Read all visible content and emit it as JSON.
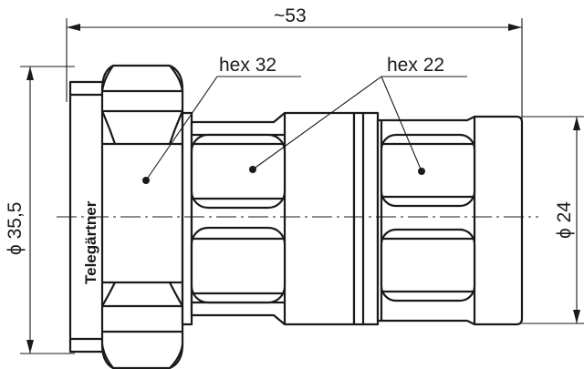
{
  "dimensions": {
    "length": "~53",
    "outer_diameter": "ϕ 35,5",
    "inner_diameter": "ϕ 24"
  },
  "callouts": {
    "hex_large": "hex 32",
    "hex_small": "hex 22"
  },
  "brand": "Telegärtner"
}
